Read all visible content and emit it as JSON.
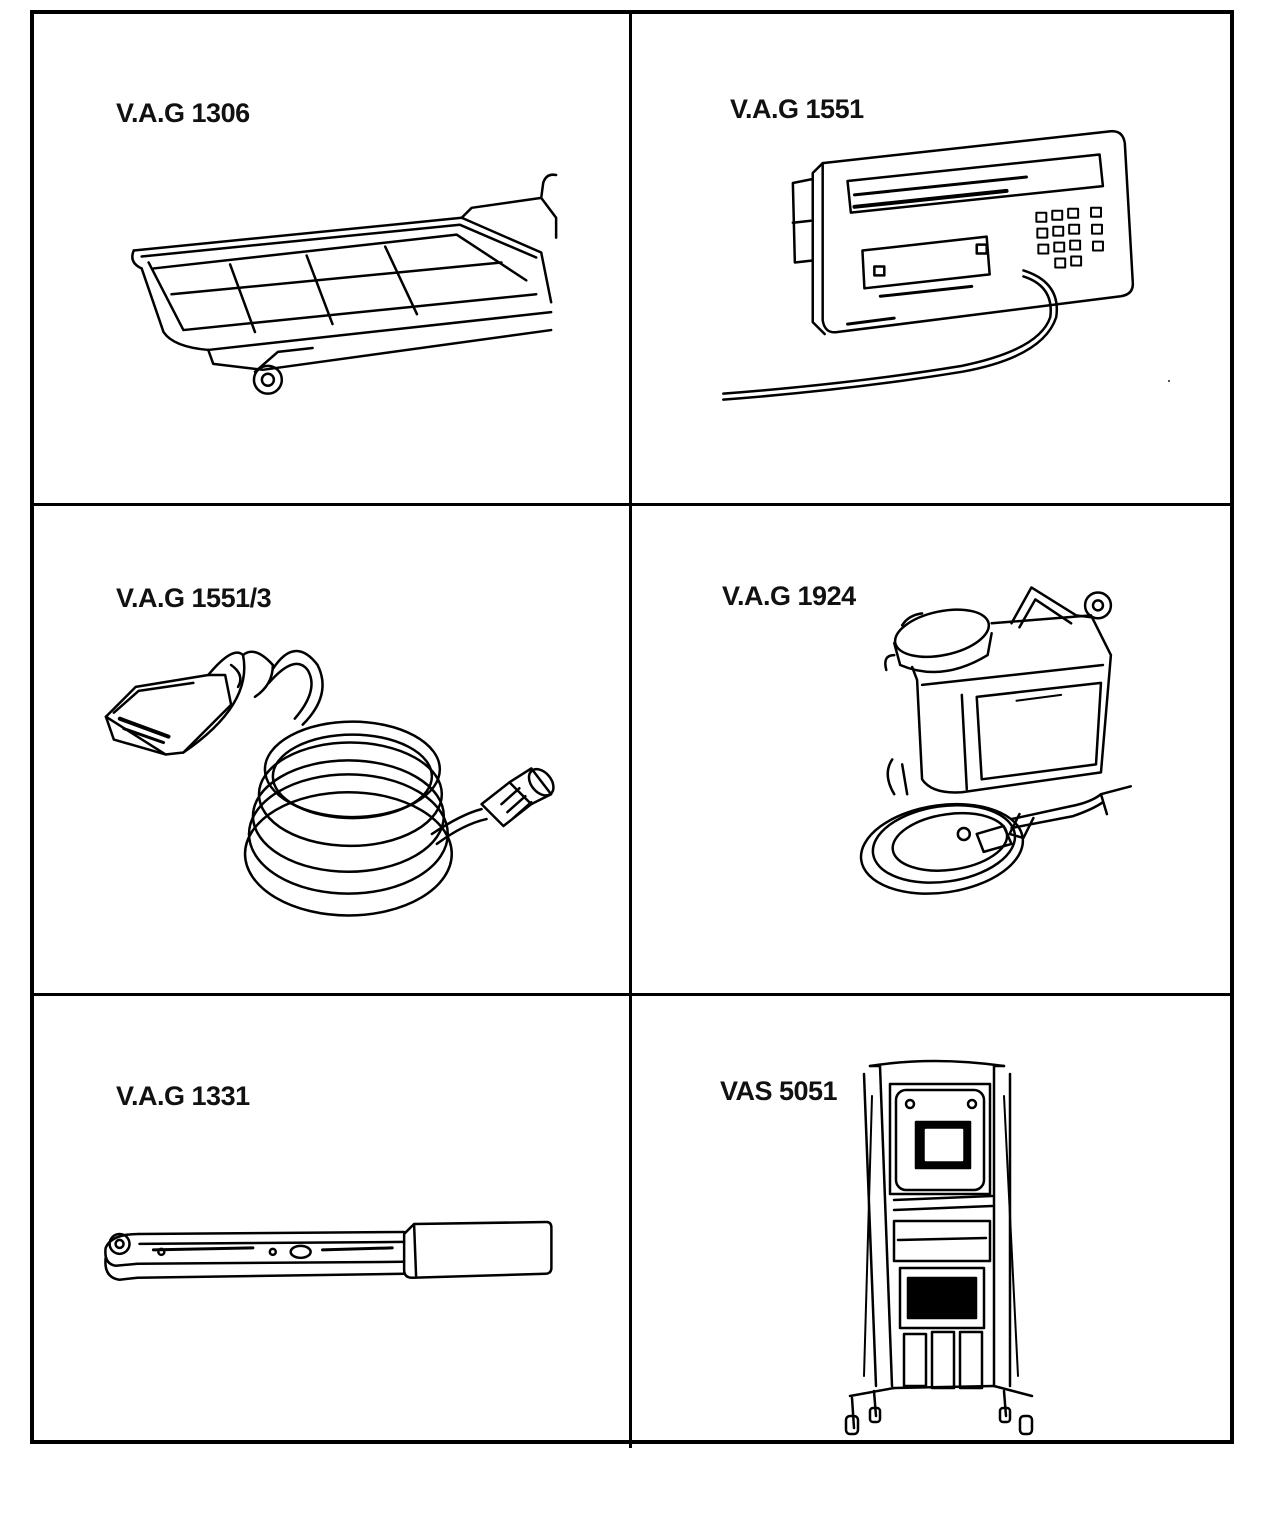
{
  "tools": [
    {
      "id": "tray",
      "label": "V.A.G 1306",
      "icon": "drip-tray-icon"
    },
    {
      "id": "tester",
      "label": "V.A.G 1551",
      "icon": "diagnostic-tester-icon"
    },
    {
      "id": "cable",
      "label": "V.A.G 1551/3",
      "icon": "adapter-cable-icon"
    },
    {
      "id": "canister",
      "label": "V.A.G 1924",
      "icon": "bleeder-canister-icon"
    },
    {
      "id": "wrench",
      "label": "V.A.G 1331",
      "icon": "torque-wrench-icon"
    },
    {
      "id": "vas",
      "label": "VAS 5051",
      "icon": "vas-diagnostic-unit-icon"
    }
  ]
}
